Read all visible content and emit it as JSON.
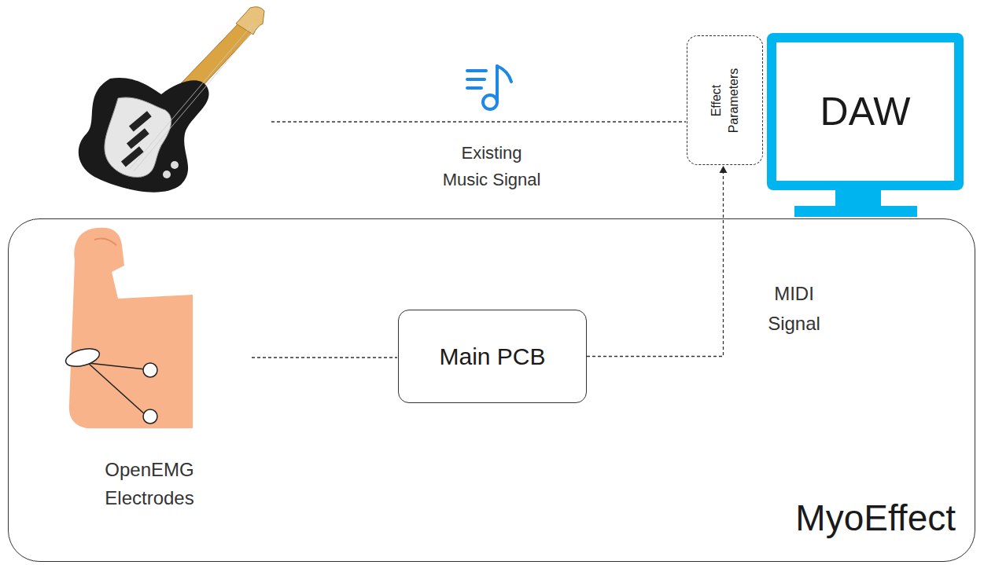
{
  "diagram": {
    "nodes": [
      {
        "text": [
          "Effect Parameters"
        ]
      },
      {
        "text": [
          "DAW"
        ]
      },
      {
        "text": [
          "MyoEffect"
        ]
      },
      {
        "text": [
          "Main PCB"
        ],
        "in": 2
      }
    ],
    "edges": [
      {
        "from": 3,
        "to": 0,
        "label": "MIDI Signal",
        "arrow": "to"
      }
    ],
    "labels": [
      "Existing Music Signal",
      "OpenEMG Electrodes"
    ]
  }
}
